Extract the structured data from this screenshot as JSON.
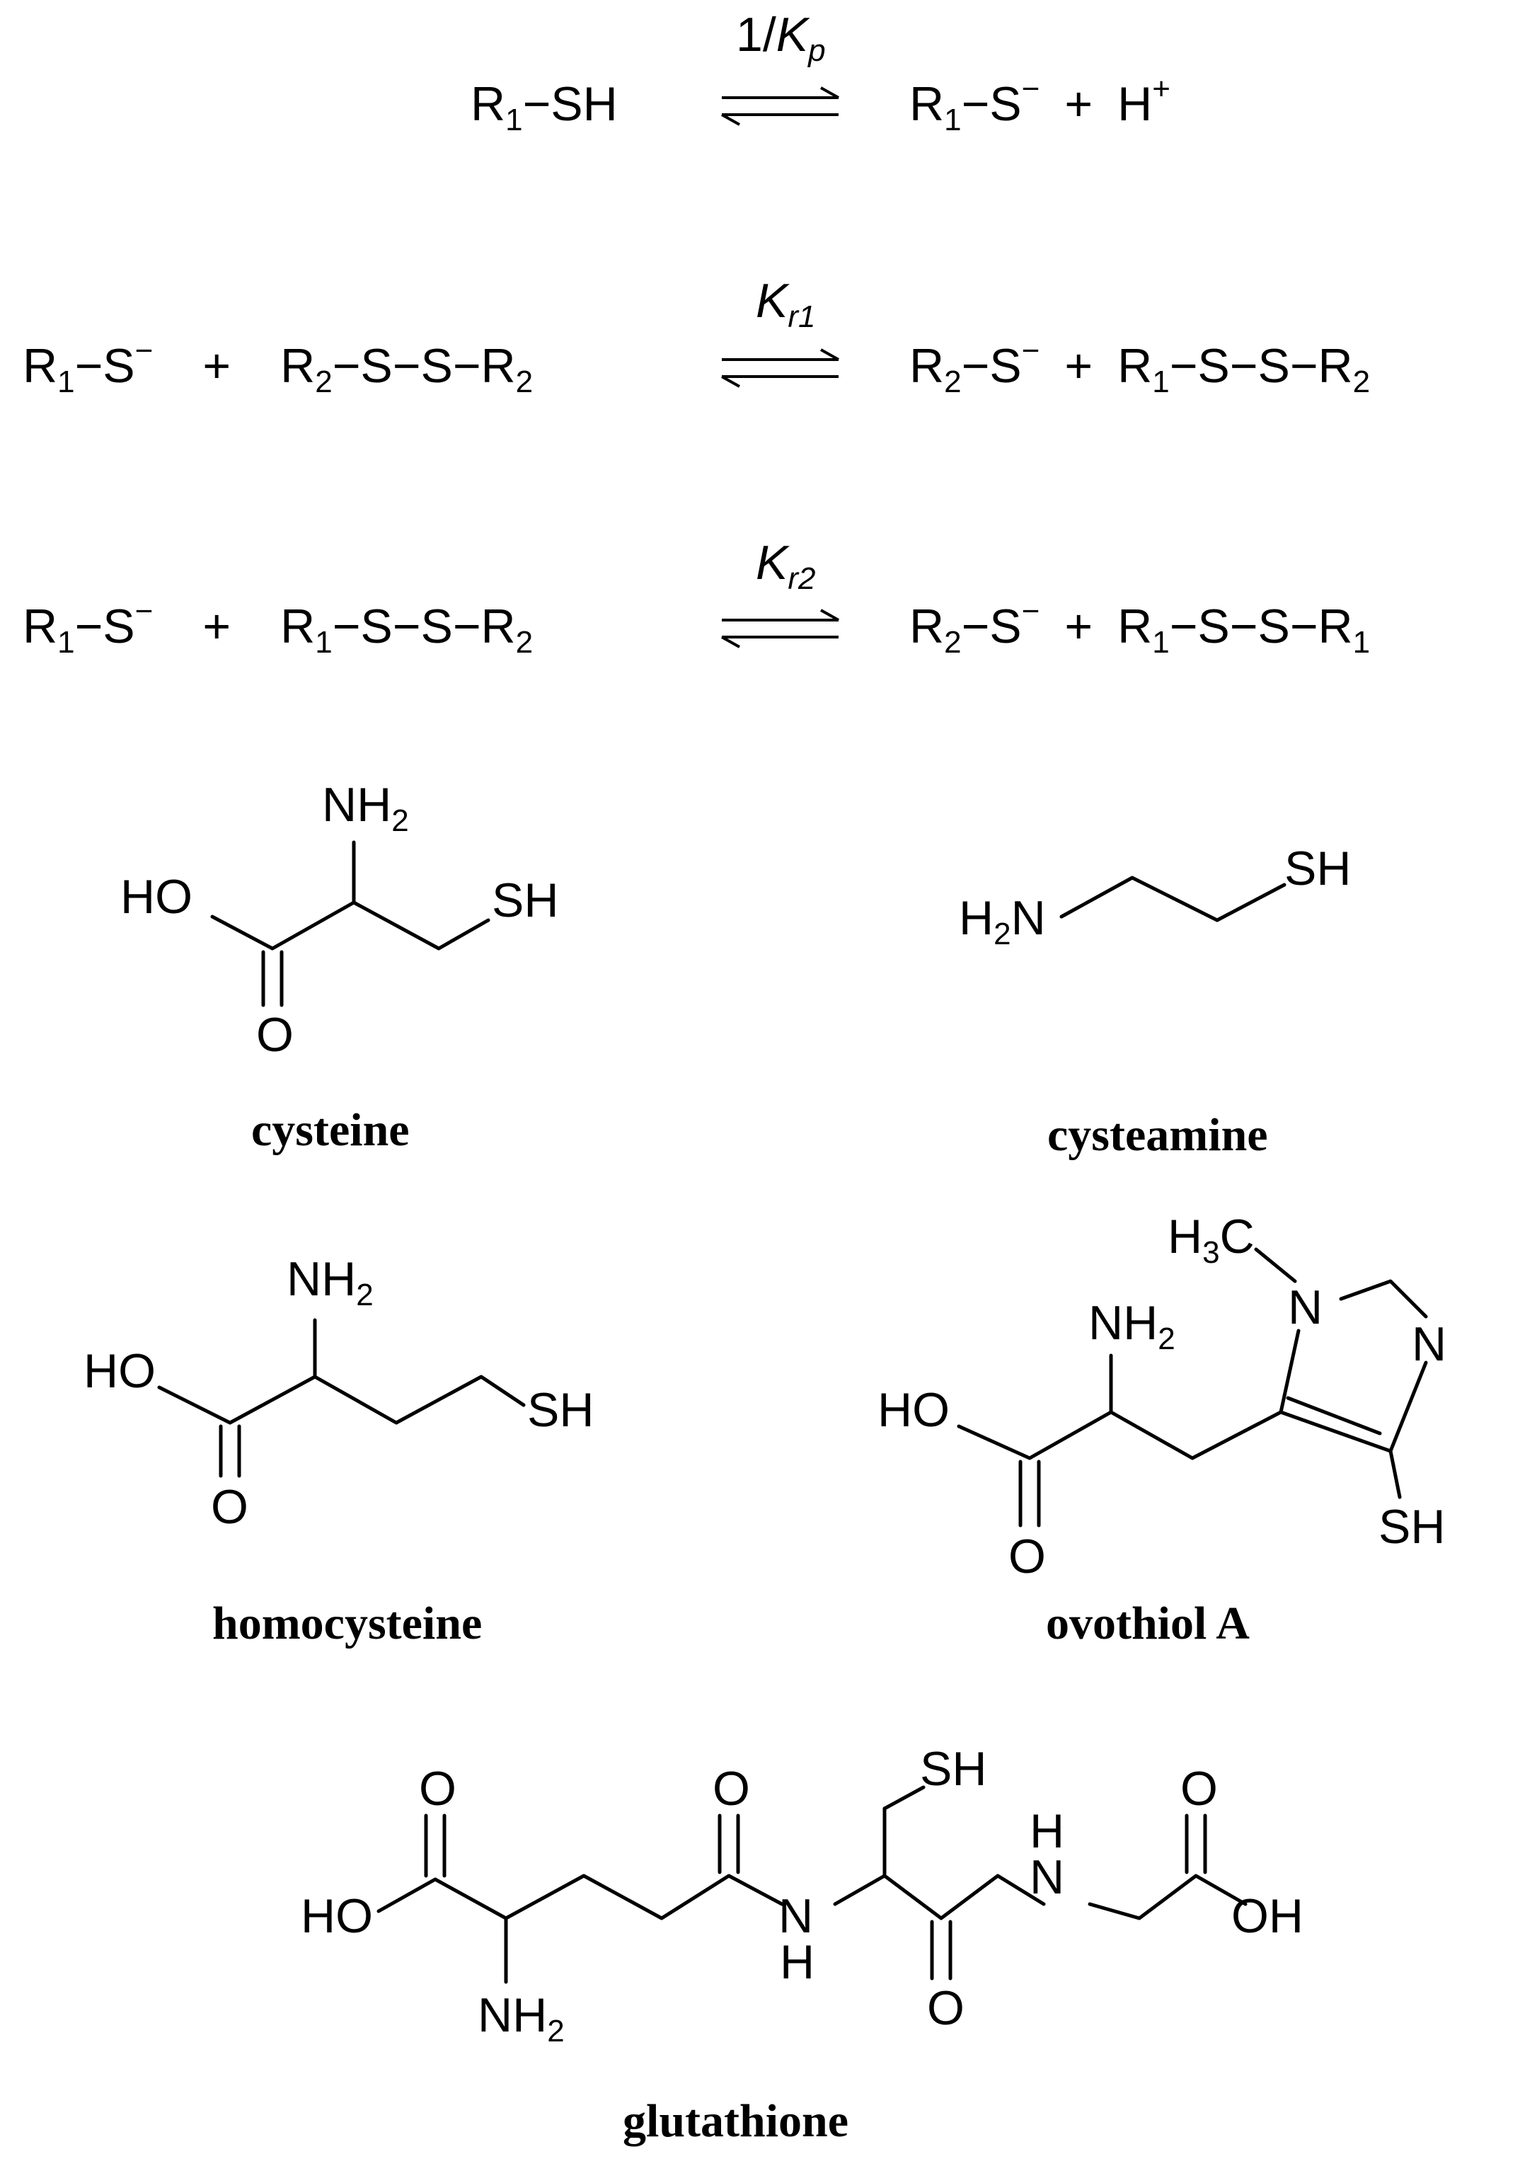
{
  "reactions": [
    {
      "constant": "1/K",
      "constant_sub": "p",
      "left": [
        {
          "text": "R1−SH"
        }
      ],
      "right": [
        {
          "text": "R1−S−"
        },
        {
          "text": "+"
        },
        {
          "text": "H+"
        }
      ]
    },
    {
      "constant": "K",
      "constant_sub": "r1",
      "left": [
        {
          "text": "R1−S−"
        },
        {
          "text": "+"
        },
        {
          "text": "R2−S−S−R2"
        }
      ],
      "right": [
        {
          "text": "R2−S−"
        },
        {
          "text": "+"
        },
        {
          "text": "R1−S−S−R2"
        }
      ]
    },
    {
      "constant": "K",
      "constant_sub": "r2",
      "left": [
        {
          "text": "R1−S−"
        },
        {
          "text": "+"
        },
        {
          "text": "R1−S−S−R2"
        }
      ],
      "right": [
        {
          "text": "R2−S−"
        },
        {
          "text": "+"
        },
        {
          "text": "R1−S−S−R1"
        }
      ]
    }
  ],
  "molecules": {
    "cysteine": {
      "name": "cysteine",
      "atoms": {
        "nh2": "NH2",
        "ho": "HO",
        "sh": "SH",
        "o": "O"
      }
    },
    "cysteamine": {
      "name": "cysteamine",
      "atoms": {
        "h2n": "H2N",
        "sh": "SH"
      }
    },
    "homocysteine": {
      "name": "homocysteine",
      "atoms": {
        "nh2": "NH2",
        "ho": "HO",
        "sh": "SH",
        "o": "O"
      }
    },
    "ovothiol": {
      "name": "ovothiol A",
      "atoms": {
        "h3c": "H3C",
        "n1": "N",
        "n2": "N",
        "nh2": "NH2",
        "ho": "HO",
        "sh": "SH",
        "o": "O"
      }
    },
    "glutathione": {
      "name": "glutathione",
      "atoms": {
        "sh": "SH",
        "o1": "O",
        "o2": "O",
        "o3": "O",
        "o4": "O",
        "ho": "HO",
        "oh": "OH",
        "nh_a_n": "N",
        "nh_a_h": "H",
        "nh_b_h": "H",
        "nh_b_n": "N",
        "nh2": "NH2"
      }
    }
  }
}
